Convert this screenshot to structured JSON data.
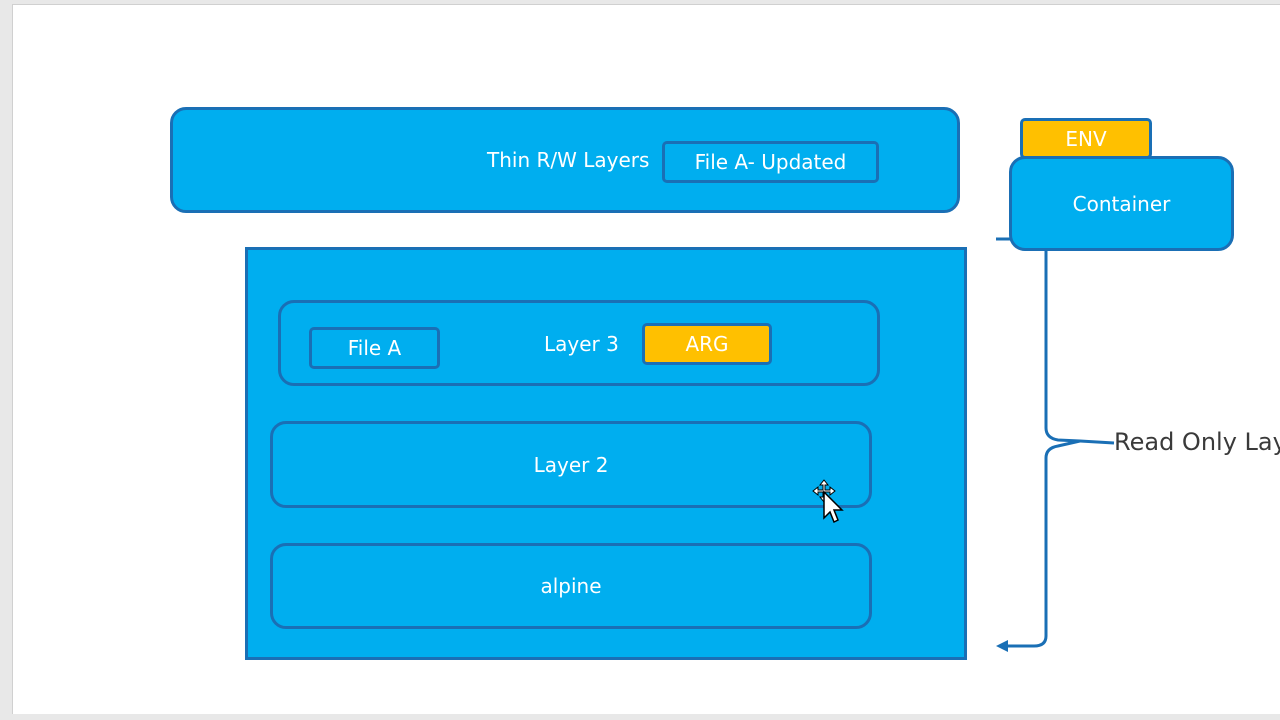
{
  "thin_layer": {
    "label": "Thin R/W Layers",
    "file_label": "File A- Updated"
  },
  "container": {
    "label": "Container",
    "env_label": "ENV"
  },
  "image_layers": {
    "layer3": {
      "label": "Layer 3",
      "file_label": "File A",
      "arg_label": "ARG"
    },
    "layer2": {
      "label": "Layer 2"
    },
    "base": {
      "label": "alpine"
    }
  },
  "brace": {
    "label": "Read Only Lay"
  },
  "colors": {
    "fill": "#00aeef",
    "outline": "#1a6fb5",
    "tag": "#ffc000"
  }
}
